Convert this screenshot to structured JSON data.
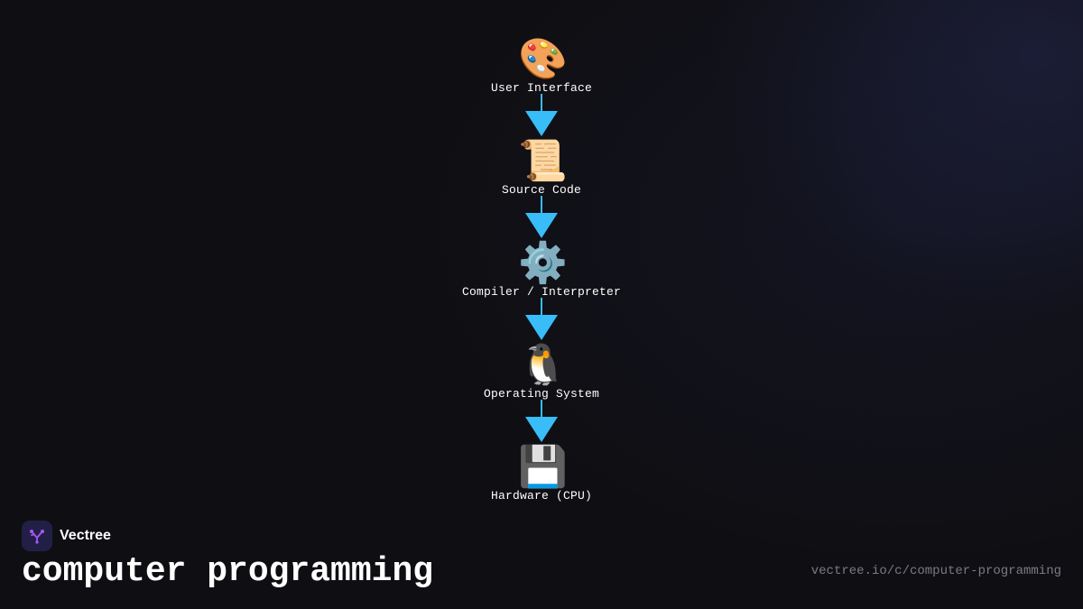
{
  "diagram": {
    "nodes": [
      {
        "icon": "🎨",
        "icon_name": "artist-palette-icon",
        "label": "User Interface"
      },
      {
        "icon": "📜",
        "icon_name": "scroll-icon",
        "label": "Source Code"
      },
      {
        "icon": "⚙️",
        "icon_name": "gear-icon",
        "label": "Compiler / Interpreter"
      },
      {
        "icon": "🐧",
        "icon_name": "penguin-icon",
        "label": "Operating System"
      },
      {
        "icon": "💾",
        "icon_name": "floppy-disk-icon",
        "label": "Hardware (CPU)"
      }
    ],
    "arrow_color": "#38bdf8"
  },
  "brand": {
    "name": "Vectree",
    "logo_color": "#a855f7",
    "logo_bg": "#221f47"
  },
  "page": {
    "title": "computer programming",
    "url": "vectree.io/c/computer-programming"
  }
}
